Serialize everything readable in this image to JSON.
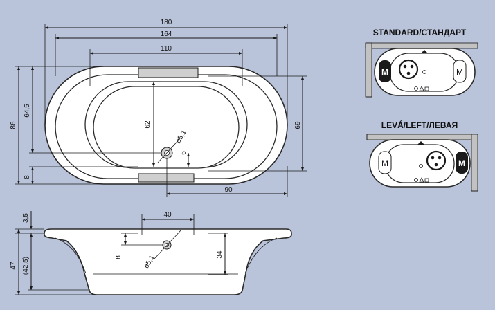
{
  "top_view": {
    "width_180": "180",
    "width_164": "164",
    "width_110": "110",
    "height_86": "86",
    "height_64_5": "64,5",
    "height_62": "62",
    "height_69": "69",
    "offset_8": "8",
    "offset_6": "6",
    "offset_90": "90",
    "drain_label": "ø5,1"
  },
  "side_view": {
    "rim_3_5": "3,5",
    "width_40": "40",
    "offset_8": "8",
    "drain_label": "ø5,1",
    "depth_34": "34",
    "height_47": "47",
    "height_42_5": "(42,5)"
  },
  "variants": {
    "standard_title": "STANDARD/СТАНДАРТ",
    "left_title": "LEVÁ/LEFT/ЛЕВАЯ",
    "m_label": "M"
  }
}
